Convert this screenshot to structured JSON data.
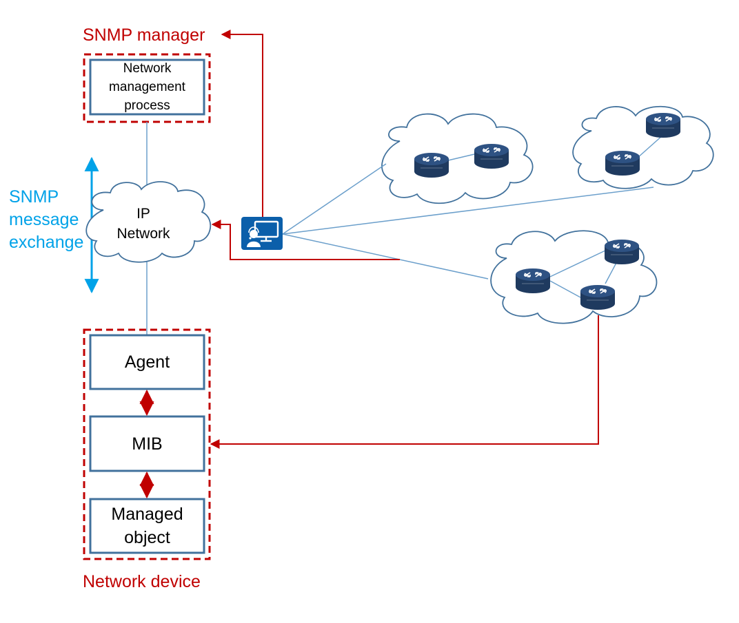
{
  "labels": {
    "snmp_manager": "SNMP manager",
    "network_device": "Network device",
    "snmp_message_exchange": [
      "SNMP",
      "message",
      "exchange"
    ]
  },
  "manager_box": {
    "lines": [
      "Network",
      "management",
      "process"
    ]
  },
  "ip_network": {
    "lines": [
      "IP",
      "Network"
    ]
  },
  "device_boxes": {
    "agent": "Agent",
    "mib": "MIB",
    "managed_object": [
      "Managed",
      "object"
    ]
  },
  "icons": {
    "nms_workstation": "network-management-terminal-icon",
    "router": "router-icon",
    "cloud": "cloud-icon"
  },
  "colors": {
    "red": "#c00000",
    "blue_label": "#00a2e8",
    "box_border": "#41719c",
    "link": "#6b9fcb",
    "router_dark": "#1f3a5f",
    "router_mid": "#2e5283",
    "terminal": "#0b5faa",
    "cloud_stroke": "#41719c"
  }
}
